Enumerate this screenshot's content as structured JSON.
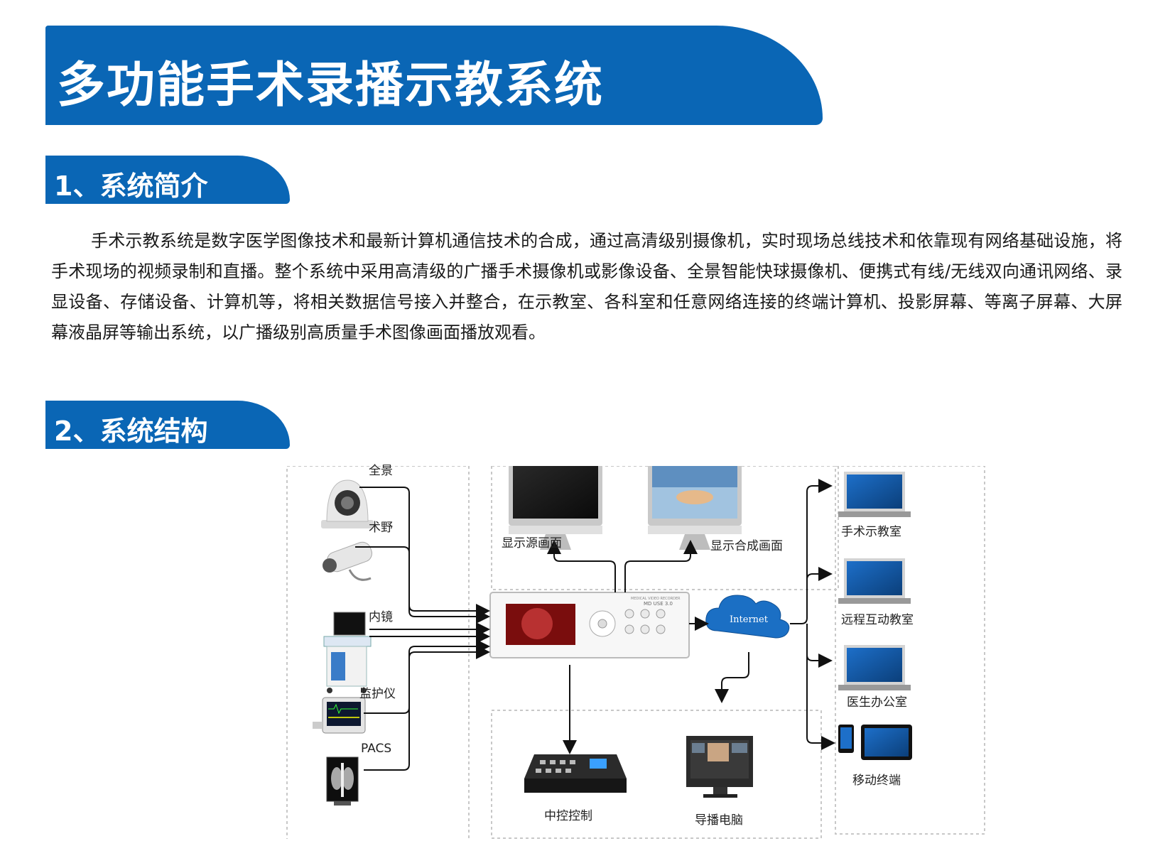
{
  "header": {
    "title": "多功能手术录播示教系统"
  },
  "sections": [
    {
      "title": "1、系统简介"
    },
    {
      "title": "2、系统结构"
    }
  ],
  "intro": {
    "text": "手术示教系统是数字医学图像技术和最新计算机通信技术的合成，通过高清级别摄像机，实时现场总线技术和依靠现有网络基础设施，将手术现场的视频录制和直播。整个系统中采用高清级的广播手术摄像机或影像设备、全景智能快球摄像机、便携式有线/无线双向通讯网络、录显设备、存储设备、计算机等，将相关数据信号接入并整合，在示教室、各科室和任意网络连接的终端计算机、投影屏幕、等离子屏幕、大屏幕液晶屏等输出系统，以广播级别高质量手术图像画面播放观看。"
  },
  "diagram": {
    "inputs": [
      "全景",
      "术野",
      "内镜",
      "监护仪",
      "PACS"
    ],
    "displays": [
      "显示源画面",
      "显示合成画面"
    ],
    "cloud": "Internet",
    "bottom": [
      "中控控制",
      "导播电脑"
    ],
    "outputs": [
      "手术示教室",
      "远程互动教室",
      "医生办公室",
      "移动终端"
    ],
    "recorder": {
      "brand_line1": "MEDICAL VIDEO RECORDER",
      "model": "MD USE 3.0"
    },
    "colors": {
      "accent": "#0a66b5",
      "cloud": "#1b6fc4"
    }
  }
}
